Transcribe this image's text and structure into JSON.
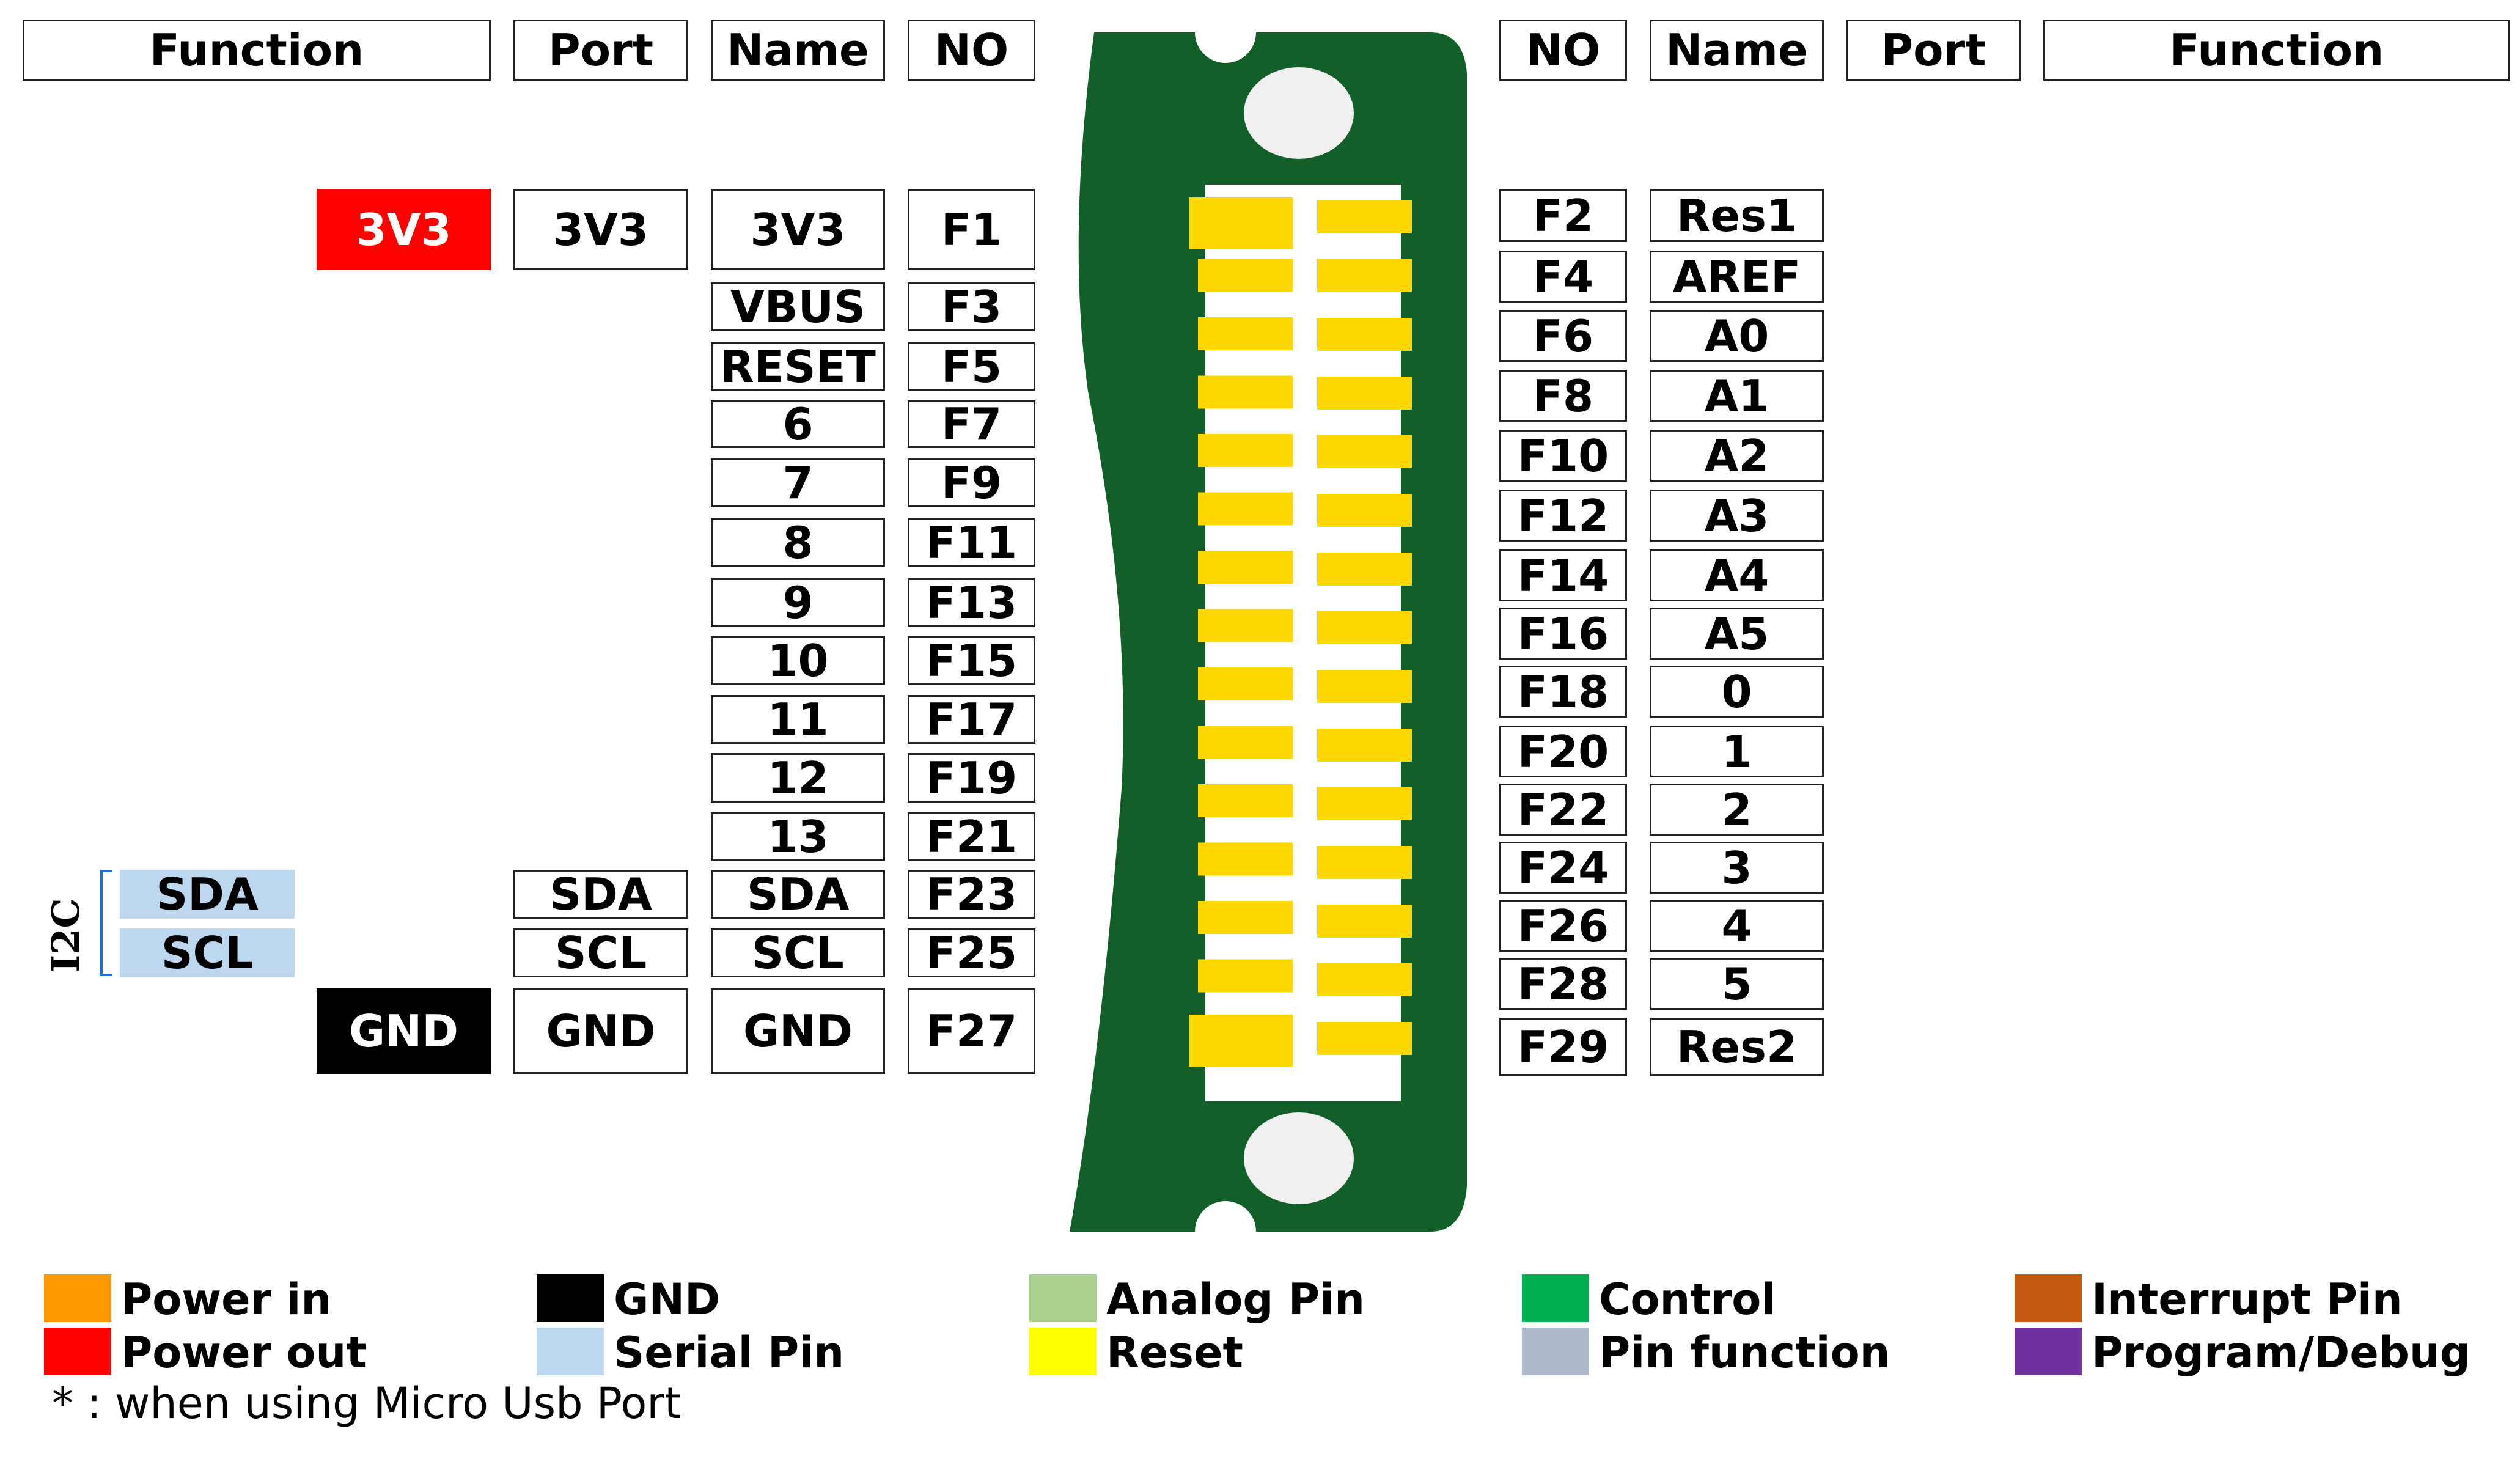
{
  "left_headers": {
    "function": "Function",
    "port": "Port",
    "name": "Name",
    "no": "NO"
  },
  "right_headers": {
    "no": "NO",
    "name": "Name",
    "port": "Port",
    "function": "Function"
  },
  "left_rows": [
    {
      "no": "F1",
      "name": "3V3",
      "port": "3V3",
      "function": "3V3",
      "function_category": "power-out"
    },
    {
      "no": "F3",
      "name": "VBUS",
      "port": "",
      "function": ""
    },
    {
      "no": "F5",
      "name": "RESET",
      "port": "",
      "function": ""
    },
    {
      "no": "F7",
      "name": "6",
      "port": "",
      "function": ""
    },
    {
      "no": "F9",
      "name": "7",
      "port": "",
      "function": ""
    },
    {
      "no": "F11",
      "name": "8",
      "port": "",
      "function": ""
    },
    {
      "no": "F13",
      "name": "9",
      "port": "",
      "function": ""
    },
    {
      "no": "F15",
      "name": "10",
      "port": "",
      "function": ""
    },
    {
      "no": "F17",
      "name": "11",
      "port": "",
      "function": ""
    },
    {
      "no": "F19",
      "name": "12",
      "port": "",
      "function": ""
    },
    {
      "no": "F21",
      "name": "13",
      "port": "",
      "function": ""
    },
    {
      "no": "F23",
      "name": "SDA",
      "port": "SDA",
      "function": "SDA",
      "function_category": "serial"
    },
    {
      "no": "F25",
      "name": "SCL",
      "port": "SCL",
      "function": "SCL",
      "function_category": "serial"
    },
    {
      "no": "F27",
      "name": "GND",
      "port": "GND",
      "function": "GND",
      "function_category": "gnd"
    }
  ],
  "right_rows": [
    {
      "no": "F2",
      "name": "Res1"
    },
    {
      "no": "F4",
      "name": "AREF"
    },
    {
      "no": "F6",
      "name": "A0"
    },
    {
      "no": "F8",
      "name": "A1"
    },
    {
      "no": "F10",
      "name": "A2"
    },
    {
      "no": "F12",
      "name": "A3"
    },
    {
      "no": "F14",
      "name": "A4"
    },
    {
      "no": "F16",
      "name": "A5"
    },
    {
      "no": "F18",
      "name": "0"
    },
    {
      "no": "F20",
      "name": "1"
    },
    {
      "no": "F22",
      "name": "2"
    },
    {
      "no": "F24",
      "name": "3"
    },
    {
      "no": "F26",
      "name": "4"
    },
    {
      "no": "F28",
      "name": "5"
    },
    {
      "no": "F29",
      "name": "Res2"
    }
  ],
  "group_label": "I2C",
  "legend": [
    {
      "label": "Power in",
      "color": "#ff9900"
    },
    {
      "label": "Power out",
      "color": "#ff0000"
    },
    {
      "label": "GND",
      "color": "#000000"
    },
    {
      "label": "Serial Pin",
      "color": "#bdd7ee"
    },
    {
      "label": "Analog Pin",
      "color": "#a9d08e"
    },
    {
      "label": "Reset",
      "color": "#ffff00"
    },
    {
      "label": "Control",
      "color": "#00b050"
    },
    {
      "label": "Pin function",
      "color": "#adb9ca"
    },
    {
      "label": "Interrupt Pin",
      "color": "#c55a11"
    },
    {
      "label": "Program/Debug",
      "color": "#7030a0"
    }
  ],
  "footnote": "* : when using Micro Usb Port",
  "colors": {
    "pcb": "#135f2a",
    "pad": "#ffd700",
    "hole": "#f0f0f0"
  }
}
